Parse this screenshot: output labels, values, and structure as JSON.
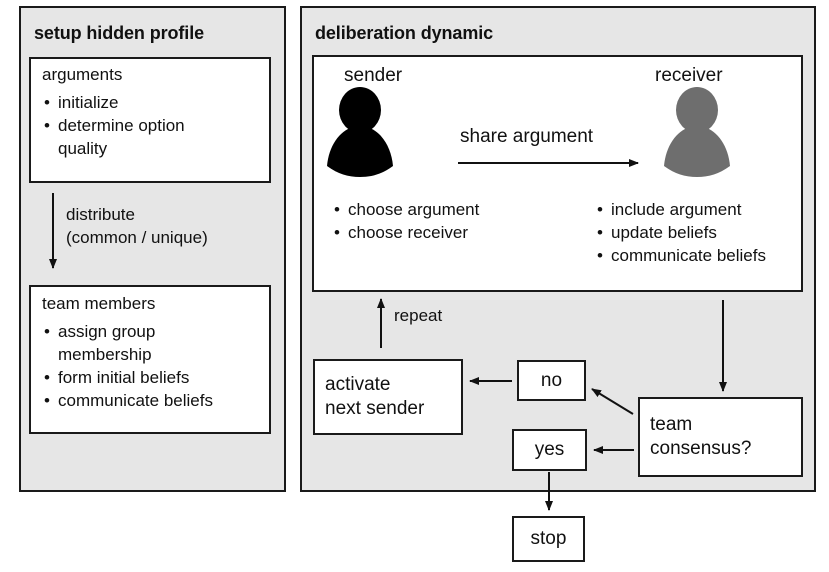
{
  "figure": {
    "background": "#ffffff",
    "panel_fill": "#e6e6e6",
    "line_color": "#1a1a1a",
    "sender_color": "#000000",
    "receiver_color": "#6e6e6e"
  },
  "setup_panel": {
    "title": "setup hidden profile",
    "arguments_box": {
      "heading": "arguments",
      "bullets": [
        "initialize",
        "determine option\nquality"
      ]
    },
    "distribute_label": "distribute\n(common / unique)",
    "team_members_box": {
      "heading": "team members",
      "bullets": [
        "assign group\nmembership",
        "form initial beliefs",
        "communicate beliefs"
      ]
    }
  },
  "deliberation_panel": {
    "title": "deliberation dynamic",
    "sender_label": "sender",
    "receiver_label": "receiver",
    "share_label": "share argument",
    "sender_bullets": [
      "choose argument",
      "choose receiver"
    ],
    "receiver_bullets": [
      "include argument",
      "update beliefs",
      "communicate beliefs"
    ],
    "repeat_label": "repeat",
    "activate_box": "activate\nnext sender",
    "no_box": "no",
    "yes_box": "yes",
    "consensus_box": "team\nconsensus?"
  },
  "stop_box": "stop"
}
